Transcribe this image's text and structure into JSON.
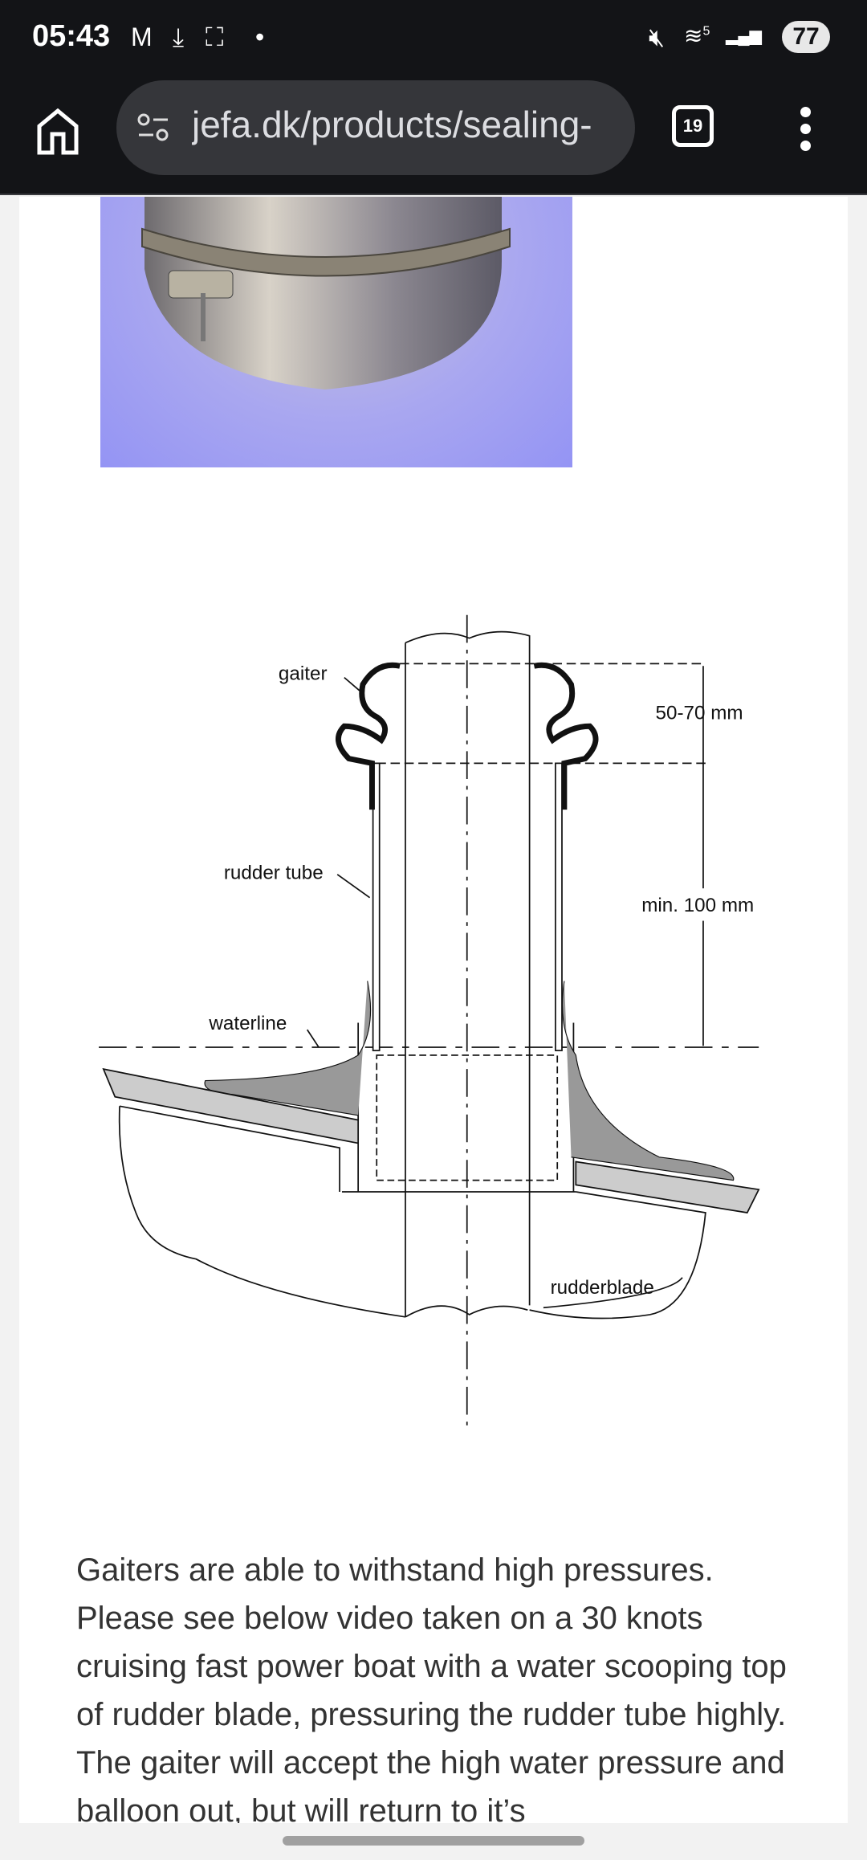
{
  "status_bar": {
    "time": "05:43",
    "battery": "77",
    "network": "5"
  },
  "browser": {
    "url": "jefa.dk/products/sealing-",
    "tab_count": "19"
  },
  "diagram": {
    "labels": {
      "gaiter": "gaiter",
      "rudder_tube": "rudder tube",
      "waterline": "waterline",
      "dim_top": "50-70 mm",
      "dim_bottom": "min. 100 mm",
      "rudderblade": "rudderblade"
    }
  },
  "article": {
    "paragraph": "Gaiters are able to withstand high pressures. Please see below video taken on a 30 knots cruising fast power boat with a water scooping top of rudder blade, pressuring the rudder tube highly. The gaiter will accept the high water pressure and balloon out, but will return to it’s"
  }
}
